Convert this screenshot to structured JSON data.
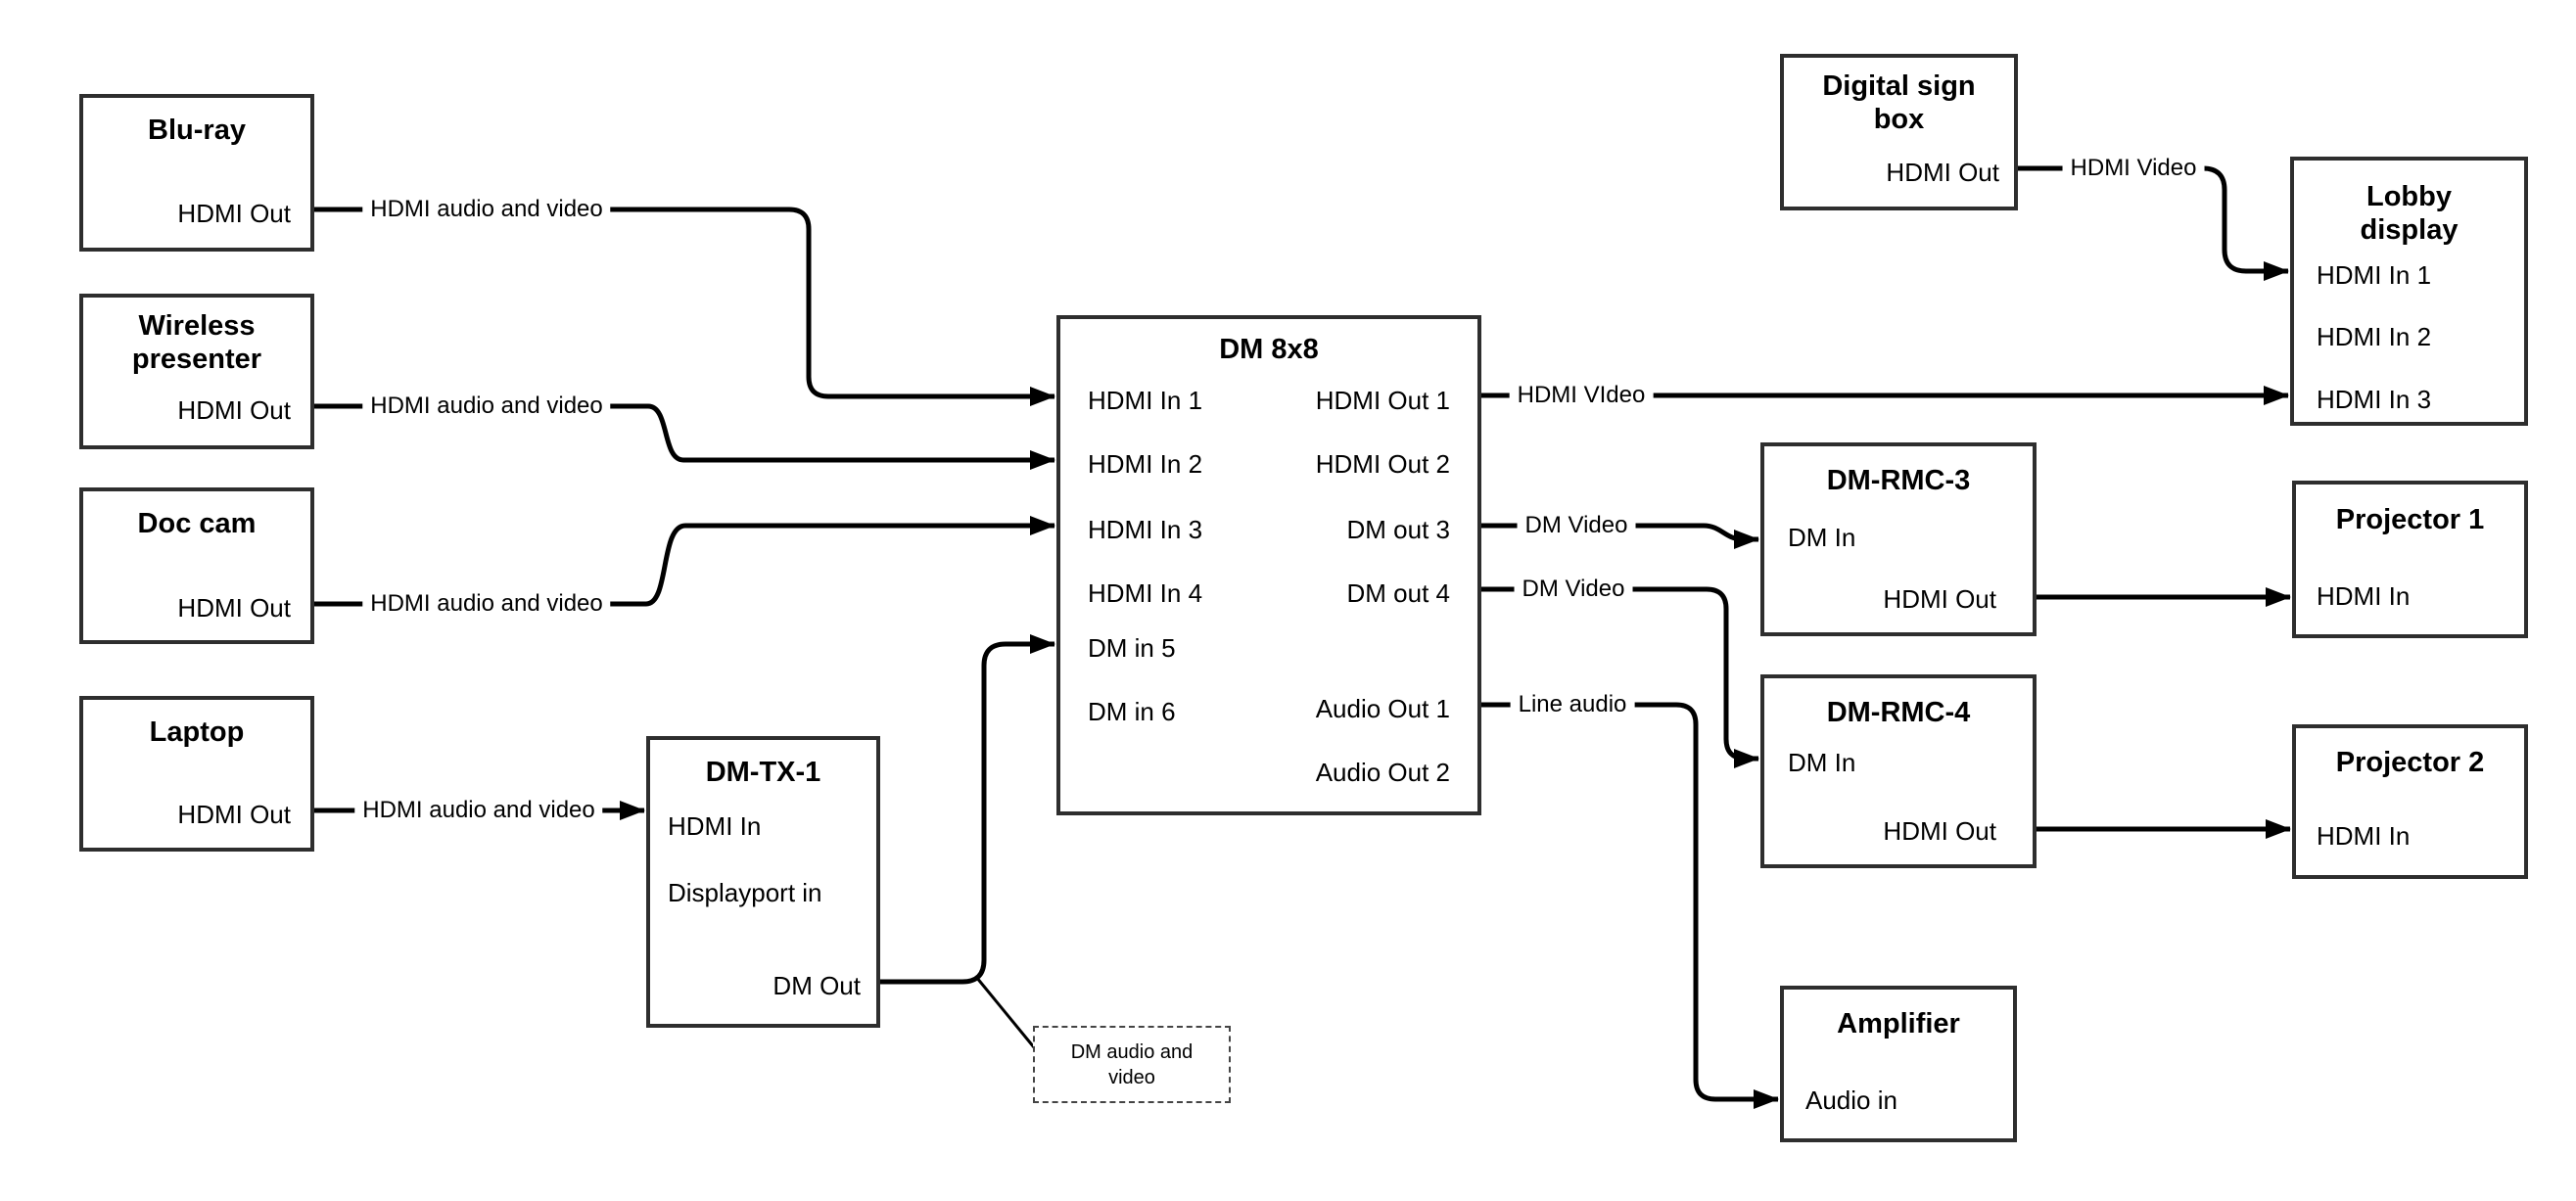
{
  "diagram": {
    "title_implicit": "DM 8x8 AV routing diagram",
    "colors": {
      "line": "#000000",
      "box_border": "#2e2e2e",
      "background": "#ffffff",
      "text": "#000000"
    },
    "nodes": {
      "bluray": {
        "title": "Blu-ray",
        "ports": {
          "hdmi_out": "HDMI Out"
        }
      },
      "wireless": {
        "title": "Wireless presenter",
        "ports": {
          "hdmi_out": "HDMI Out"
        }
      },
      "doccam": {
        "title": "Doc cam",
        "ports": {
          "hdmi_out": "HDMI Out"
        }
      },
      "laptop": {
        "title": "Laptop",
        "ports": {
          "hdmi_out": "HDMI Out"
        }
      },
      "dmtx1": {
        "title": "DM-TX-1",
        "ports": {
          "hdmi_in": "HDMI In",
          "dp_in": "Displayport in",
          "dm_out": "DM Out"
        }
      },
      "dm8x8": {
        "title": "DM 8x8",
        "ports_left": [
          "HDMI In 1",
          "HDMI In 2",
          "HDMI In 3",
          "HDMI In 4",
          "DM in 5",
          "DM in 6"
        ],
        "ports_right": [
          "HDMI Out 1",
          "HDMI Out 2",
          "DM out 3",
          "DM out 4",
          "Audio Out 1",
          "Audio Out 2"
        ]
      },
      "digitalsign": {
        "title": "Digital sign box",
        "ports": {
          "hdmi_out": "HDMI Out"
        }
      },
      "lobby": {
        "title": "Lobby display",
        "ports": [
          "HDMI In 1",
          "HDMI In 2",
          "HDMI In 3"
        ]
      },
      "dmrmc3": {
        "title": "DM-RMC-3",
        "ports": {
          "dm_in": "DM In",
          "hdmi_out": "HDMI Out"
        }
      },
      "proj1": {
        "title": "Projector 1",
        "ports": {
          "hdmi_in": "HDMI In"
        }
      },
      "dmrmc4": {
        "title": "DM-RMC-4",
        "ports": {
          "dm_in": "DM In",
          "hdmi_out": "HDMI Out"
        }
      },
      "proj2": {
        "title": "Projector 2",
        "ports": {
          "hdmi_in": "HDMI In"
        }
      },
      "amplifier": {
        "title": "Amplifier",
        "ports": {
          "audio_in": "Audio in"
        }
      }
    },
    "connection_labels": {
      "bluray_to_dm": "HDMI audio and video",
      "wireless_to_dm": "HDMI audio and video",
      "doccam_to_dm": "HDMI audio and video",
      "laptop_to_tx": "HDMI audio and video",
      "out1_to_lobby": "HDMI VIdeo",
      "out3_to_rmc3": "DM Video",
      "out4_to_rmc4": "DM Video",
      "audio1_to_amp": "Line audio",
      "sign_to_lobby": "HDMI Video",
      "annotation": "DM audio and video"
    }
  }
}
